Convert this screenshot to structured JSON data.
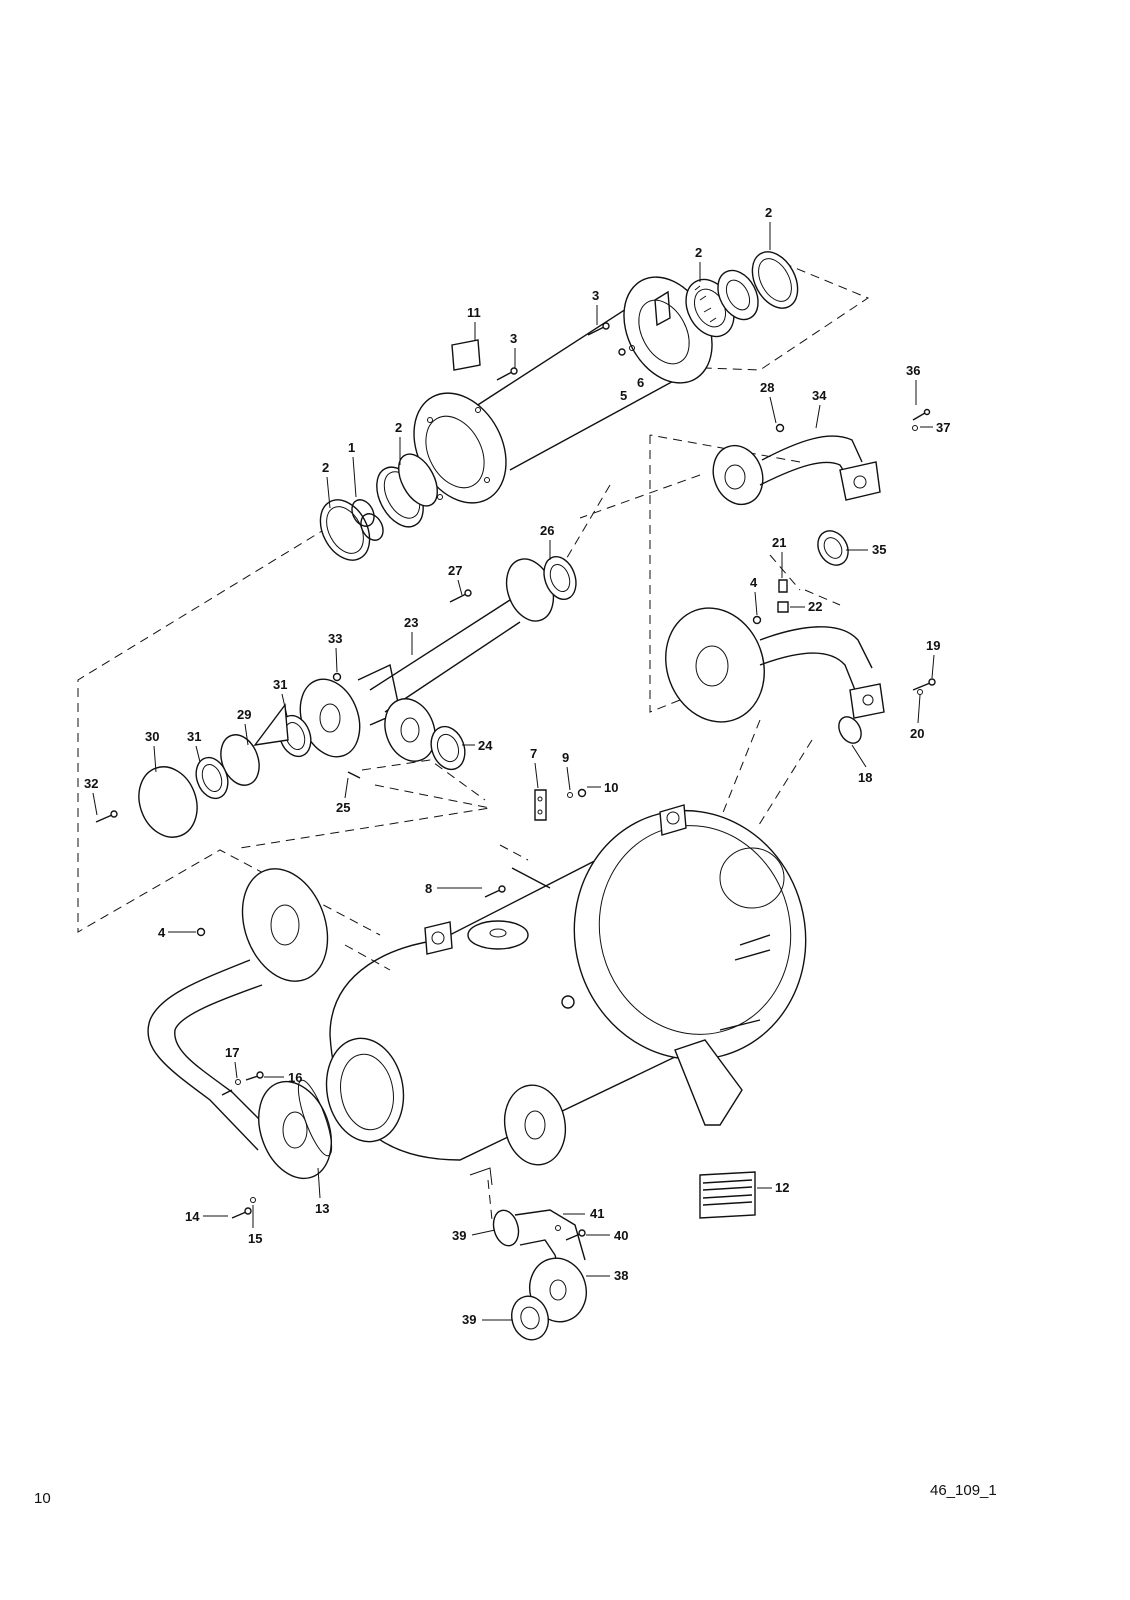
{
  "page": {
    "number": "10",
    "reference": "46_109_1"
  },
  "callouts": [
    {
      "id": "c2a",
      "text": "2"
    },
    {
      "id": "c2b",
      "text": "2"
    },
    {
      "id": "c3a",
      "text": "3"
    },
    {
      "id": "c11",
      "text": "11"
    },
    {
      "id": "c3b",
      "text": "3"
    },
    {
      "id": "c5",
      "text": "5"
    },
    {
      "id": "c6",
      "text": "6"
    },
    {
      "id": "c28",
      "text": "28"
    },
    {
      "id": "c34",
      "text": "34"
    },
    {
      "id": "c36",
      "text": "36"
    },
    {
      "id": "c37",
      "text": "37"
    },
    {
      "id": "c2c",
      "text": "2"
    },
    {
      "id": "c1",
      "text": "1"
    },
    {
      "id": "c2d",
      "text": "2"
    },
    {
      "id": "c26",
      "text": "26"
    },
    {
      "id": "c21",
      "text": "21"
    },
    {
      "id": "c35",
      "text": "35"
    },
    {
      "id": "c27",
      "text": "27"
    },
    {
      "id": "c4a",
      "text": "4"
    },
    {
      "id": "c22",
      "text": "22"
    },
    {
      "id": "c23",
      "text": "23"
    },
    {
      "id": "c33",
      "text": "33"
    },
    {
      "id": "c19",
      "text": "19"
    },
    {
      "id": "c31a",
      "text": "31"
    },
    {
      "id": "c29",
      "text": "29"
    },
    {
      "id": "c30",
      "text": "30"
    },
    {
      "id": "c31b",
      "text": "31"
    },
    {
      "id": "c24",
      "text": "24"
    },
    {
      "id": "c20",
      "text": "20"
    },
    {
      "id": "c32",
      "text": "32"
    },
    {
      "id": "c25",
      "text": "25"
    },
    {
      "id": "c7",
      "text": "7"
    },
    {
      "id": "c9",
      "text": "9"
    },
    {
      "id": "c10",
      "text": "10"
    },
    {
      "id": "c18",
      "text": "18"
    },
    {
      "id": "c8",
      "text": "8"
    },
    {
      "id": "c4b",
      "text": "4"
    },
    {
      "id": "c17",
      "text": "17"
    },
    {
      "id": "c16",
      "text": "16"
    },
    {
      "id": "c12",
      "text": "12"
    },
    {
      "id": "c14",
      "text": "14"
    },
    {
      "id": "c15",
      "text": "15"
    },
    {
      "id": "c13",
      "text": "13"
    },
    {
      "id": "c41",
      "text": "41"
    },
    {
      "id": "c39a",
      "text": "39"
    },
    {
      "id": "c40",
      "text": "40"
    },
    {
      "id": "c38",
      "text": "38"
    },
    {
      "id": "c39b",
      "text": "39"
    }
  ]
}
